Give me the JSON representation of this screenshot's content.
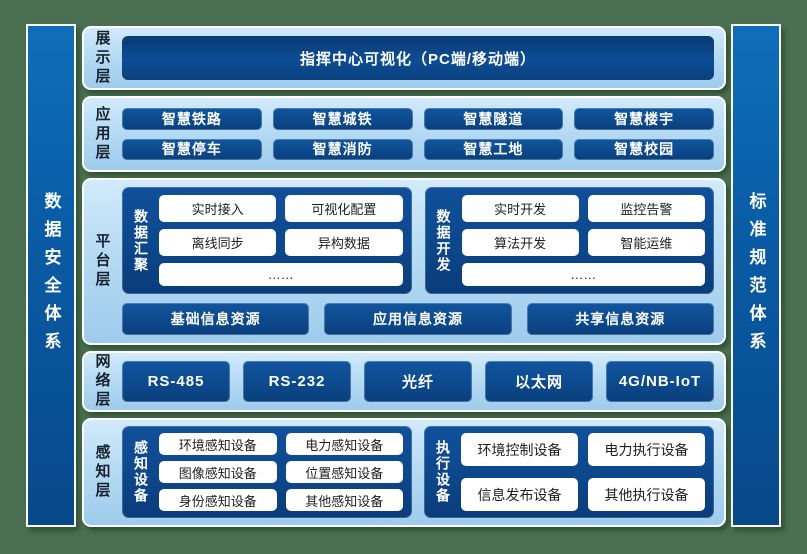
{
  "side_systems": {
    "left": "数据安全体系",
    "right": "标准规范体系"
  },
  "layers": {
    "display": {
      "label": "展示层",
      "button": "指挥中心可视化（PC端/移动端）"
    },
    "application": {
      "label": "应用层",
      "buttons": [
        "智慧铁路",
        "智慧城铁",
        "智慧隧道",
        "智慧楼宇",
        "智慧停车",
        "智慧消防",
        "智慧工地",
        "智慧校园"
      ]
    },
    "platform": {
      "label": "平台层",
      "groups": [
        {
          "label": "数据汇聚",
          "chips": [
            "实时接入",
            "可视化配置",
            "离线同步",
            "异构数据"
          ],
          "more": "……"
        },
        {
          "label": "数据开发",
          "chips": [
            "实时开发",
            "监控告警",
            "算法开发",
            "智能运维"
          ],
          "more": "……"
        }
      ],
      "resources": [
        "基础信息资源",
        "应用信息资源",
        "共享信息资源"
      ]
    },
    "network": {
      "label": "网络层",
      "buttons": [
        "RS-485",
        "RS-232",
        "光纤",
        "以太网",
        "4G/NB-IoT"
      ]
    },
    "perception": {
      "label": "感知层",
      "groups": [
        {
          "label": "感知设备",
          "chips": [
            "环境感知设备",
            "电力感知设备",
            "图像感知设备",
            "位置感知设备",
            "身份感知设备",
            "其他感知设备"
          ]
        },
        {
          "label": "执行设备",
          "chips": [
            "环境控制设备",
            "电力执行设备",
            "信息发布设备",
            "其他执行设备"
          ]
        }
      ]
    }
  },
  "colors": {
    "canvas_green": "#4a7051",
    "panel_light_blue": "#b6dbf4",
    "dark_button_blue": "#0d4a8c",
    "big_button_navy": "#0a3f7d",
    "sidebar_blue": "#0a5ca6",
    "chip_background": "#ffffff",
    "chip_text": "#1e1e1e",
    "label_text_dark": "#17222f",
    "white_border": "#ffffff"
  }
}
